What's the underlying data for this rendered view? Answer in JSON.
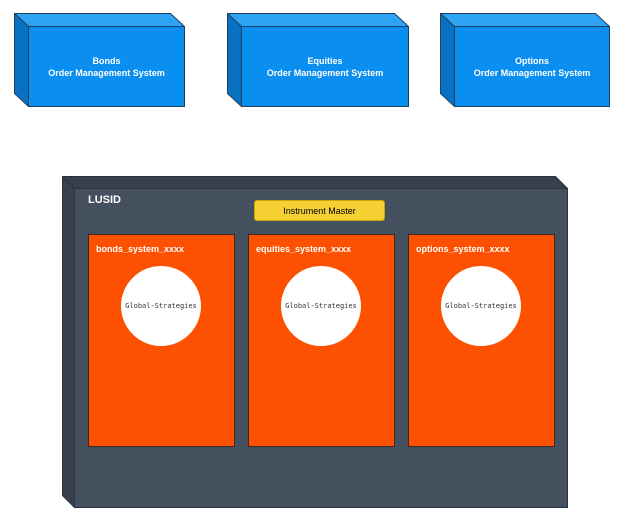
{
  "oms_nodes": [
    {
      "line1": "Bonds",
      "line2": "Order Management System"
    },
    {
      "line1": "Equities",
      "line2": "Order Management System"
    },
    {
      "line1": "Options",
      "line2": "Order Management System"
    }
  ],
  "lusid": {
    "title": "LUSID",
    "instrument_master": "Instrument Master",
    "systems": [
      {
        "title": "bonds_system_xxxx",
        "circle_label": "Global-Strategies"
      },
      {
        "title": "equities_system_xxxx",
        "circle_label": "Global-Strategies"
      },
      {
        "title": "options_system_xxxx",
        "circle_label": "Global-Strategies"
      }
    ]
  },
  "colors": {
    "oms_front": "#0a8ff0",
    "oms_side": "#0871c2",
    "oms_top": "#2fa3f5",
    "oms_stroke": "#21405c",
    "lusid_front": "#44505e",
    "lusid_side": "#36414d",
    "lusid_top": "#36414d",
    "instrument_master": "#f5d033",
    "system_fill": "#fd5000"
  }
}
